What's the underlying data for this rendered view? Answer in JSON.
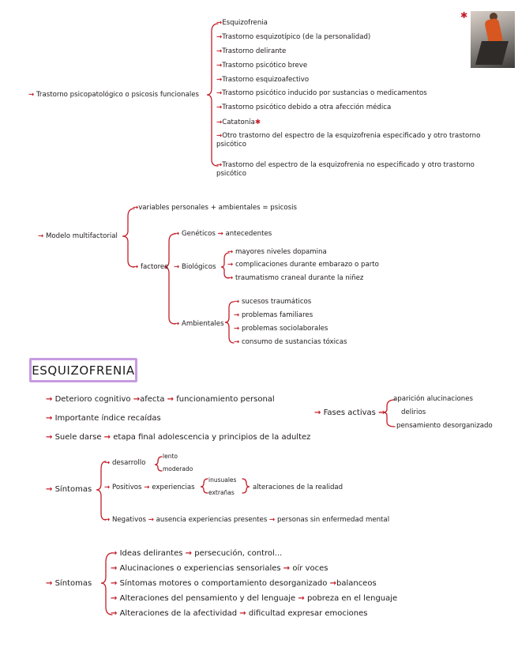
{
  "photo_icon": "person-orange-shirt-photo",
  "colors": {
    "arrow": "#c41e28",
    "title_border": "#c79be0"
  },
  "section1": {
    "root": "Trastorno psicopatológico o psicosis funcionales",
    "items": [
      "Esquizofrenia",
      "Trastorno esquizotípico (de la personalidad)",
      "Trastorno delirante",
      "Trastorno psicótico breve",
      "Trastorno esquizoafectivo",
      "Trastorno psicótico inducido por sustancias o medicamentos",
      "Trastorno psicótico debido a otra afección médica",
      "Catatonía",
      "Otro trastorno del espectro de la esquizofrenia especificado y otro trastorno psicótico",
      "Trastorno del espectro de la esquizofrenia no especificado y otro trastorno psicótico"
    ]
  },
  "section2": {
    "root": "Modelo multifactorial",
    "variables": "variables personales + ambientales = psicosis",
    "factores": "factores",
    "geneticos": "Genéticos",
    "antecedentes": "antecedentes",
    "biologicos": "Biológicos",
    "bio_items": [
      "mayores niveles dopamina",
      "complicaciones durante embarazo o parto",
      "traumatismo craneal durante la niñez"
    ],
    "ambientales": "Ambientales",
    "amb_items": [
      "sucesos traumáticos",
      "problemas familiares",
      "problemas sociolaborales",
      "consumo de sustancias tóxicas"
    ]
  },
  "title": "ESQUIZOFRENIA",
  "section3": {
    "deterioro": "Deterioro cognitivo",
    "afecta": "afecta",
    "funcionamiento": "funcionamiento personal",
    "recaidas": "Importante índice recaídas",
    "suele": "Suele darse",
    "etapa": "etapa final adolescencia y principios de la adultez",
    "fases": "Fases activas",
    "fases_items": [
      "aparición alucinaciones",
      "delirios",
      "pensamiento desorganizado"
    ]
  },
  "section4": {
    "root": "Síntomas",
    "desarrollo": "desarrollo",
    "desarrollo_items": [
      "lento",
      "moderado"
    ],
    "positivos": "Positivos",
    "experiencias": "experiencias",
    "exp_items": [
      "inusuales",
      "extrañas"
    ],
    "alteraciones": "alteraciones de la realidad",
    "negativos": "Negativos",
    "ausencia": "ausencia experiencias presentes",
    "personas": "personas sin enfermedad mental"
  },
  "section5": {
    "root": "Síntomas",
    "rows": [
      {
        "a": "Ideas delirantes",
        "b": "persecución, control..."
      },
      {
        "a": "Alucinaciones o experiencias sensoriales",
        "b": "oír voces"
      },
      {
        "a": "Síntomas motores o comportamiento desorganizado",
        "b": "balanceos"
      },
      {
        "a": "Alteraciones del pensamiento y del lenguaje",
        "b": "pobreza en el lenguaje"
      },
      {
        "a": "Alteraciones de la afectividad",
        "b": "dificultad expresar emociones"
      }
    ]
  }
}
